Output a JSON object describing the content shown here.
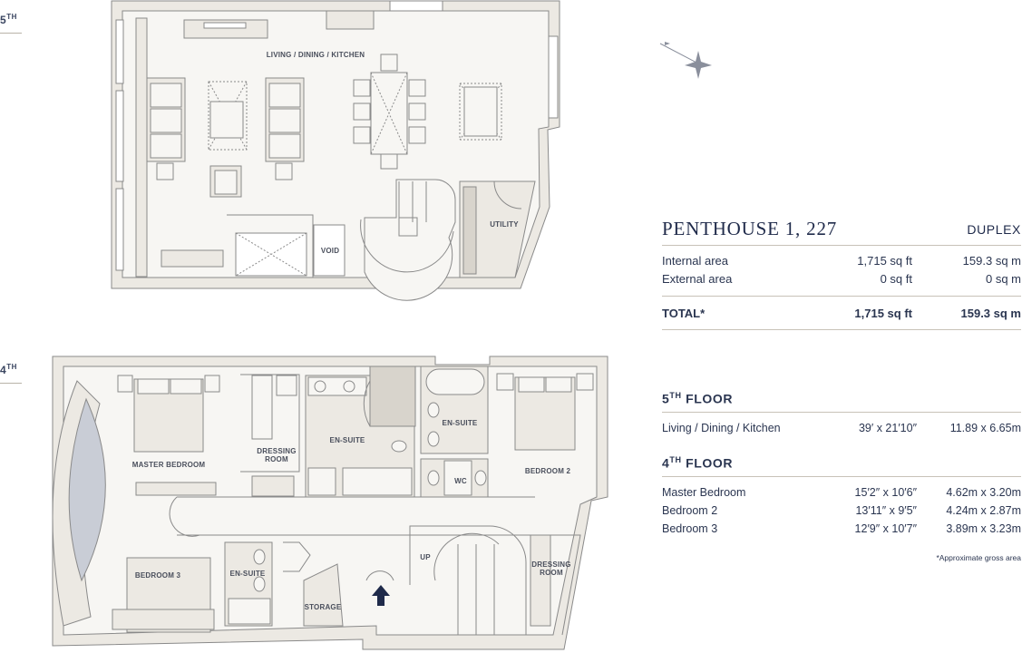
{
  "floors": {
    "upper": {
      "num": "5",
      "sup": "TH"
    },
    "lower": {
      "num": "4",
      "sup": "TH"
    }
  },
  "plan_labels": {
    "living_dining_kitchen": "LIVING / DINING / KITCHEN",
    "utility": "UTILITY",
    "void": "VOID",
    "master_bedroom": "MASTER BEDROOM",
    "dressing_room_1a": "DRESSING",
    "dressing_room_1b": "ROOM",
    "en_suite_main": "EN-SUITE",
    "en_suite_right": "EN-SUITE",
    "wc": "WC",
    "bedroom_2": "BEDROOM 2",
    "bedroom_3": "BEDROOM 3",
    "en_suite_lower": "EN-SUITE",
    "storage": "STORAGE",
    "up": "UP",
    "dressing_room_2a": "DRESSING",
    "dressing_room_2b": "ROOM"
  },
  "header": {
    "title": "PENTHOUSE 1, 227",
    "type": "DUPLEX"
  },
  "areas": [
    {
      "label": "Internal area",
      "sqft": "1,715 sq ft",
      "sqm": "159.3 sq m"
    },
    {
      "label": "External area",
      "sqft": "0 sq ft",
      "sqm": "0 sq m"
    }
  ],
  "total": {
    "label": "TOTAL*",
    "sqft": "1,715 sq ft",
    "sqm": "159.3 sq m"
  },
  "sections": {
    "fifth": {
      "num": "5",
      "sup": "TH",
      "label": " FLOOR"
    },
    "fourth": {
      "num": "4",
      "sup": "TH",
      "label": " FLOOR"
    }
  },
  "fifth_rooms": [
    {
      "name": "Living / Dining / Kitchen",
      "imperial": "39′ x 21′10″",
      "metric": "11.89 x 6.65m"
    }
  ],
  "fourth_rooms": [
    {
      "name": "Master Bedroom",
      "imperial": "15′2″ x 10′6″",
      "metric": "4.62m x 3.20m"
    },
    {
      "name": "Bedroom 2",
      "imperial": "13′11″ x 9′5″",
      "metric": "4.24m x 2.87m"
    },
    {
      "name": "Bedroom 3",
      "imperial": "12′9″ x 10′7″",
      "metric": "3.89m x 3.23m"
    }
  ],
  "footnote": "*Approximate gross area",
  "colors": {
    "wall": "#ece9e3",
    "outline": "#8a8a8a",
    "glass": "#c9cdd6",
    "accent": "#1f2a4a"
  }
}
